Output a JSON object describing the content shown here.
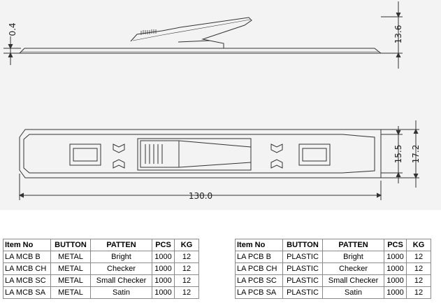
{
  "drawing": {
    "dimensions": {
      "plate_thickness": "0.4",
      "side_height": "13.6",
      "inner_width": "15.5",
      "outer_width": "17.2",
      "length": "130.0"
    }
  },
  "tables": [
    {
      "headers": [
        "Item No",
        "BUTTON",
        "PATTEN",
        "PCS",
        "KG"
      ],
      "rows": [
        [
          "LA MCB B",
          "METAL",
          "Bright",
          "1000",
          "12"
        ],
        [
          "LA MCB CH",
          "METAL",
          "Checker",
          "1000",
          "12"
        ],
        [
          "LA MCB SC",
          "METAL",
          "Small Checker",
          "1000",
          "12"
        ],
        [
          "LA MCB SA",
          "METAL",
          "Satin",
          "1000",
          "12"
        ]
      ]
    },
    {
      "headers": [
        "Item No",
        "BUTTON",
        "PATTEN",
        "PCS",
        "KG"
      ],
      "rows": [
        [
          "LA PCB B",
          "PLASTIC",
          "Bright",
          "1000",
          "12"
        ],
        [
          "LA PCB CH",
          "PLASTIC",
          "Checker",
          "1000",
          "12"
        ],
        [
          "LA PCB SC",
          "PLASTIC",
          "Small Checker",
          "1000",
          "12"
        ],
        [
          "LA PCB SA",
          "PLASTIC",
          "Satin",
          "1000",
          "12"
        ]
      ]
    }
  ]
}
